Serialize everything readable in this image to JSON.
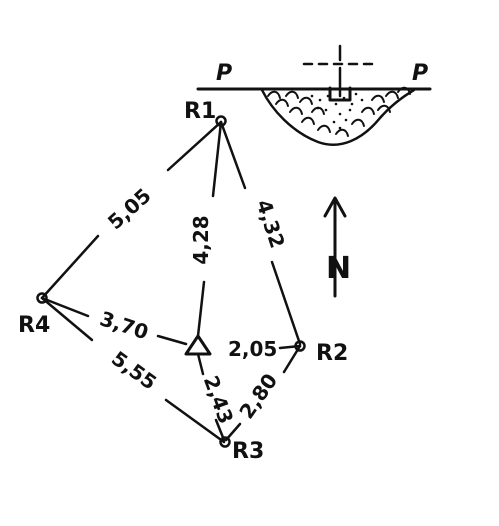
{
  "points": {
    "r1": "R1",
    "r2": "R2",
    "r3": "R3",
    "r4": "R4"
  },
  "profile": {
    "left_label": "P",
    "right_label": "P"
  },
  "north_label": "N",
  "distances": {
    "r1_r4": "5,05",
    "r1_center": "4,28",
    "r1_r2": "4,32",
    "r4_center": "3,70",
    "center_r2": "2,05",
    "r4_r3": "5,55",
    "center_r3": "2,43",
    "r2_r3": "2,80"
  },
  "colors": {
    "ink": "#111111",
    "paper": "#ffffff"
  }
}
